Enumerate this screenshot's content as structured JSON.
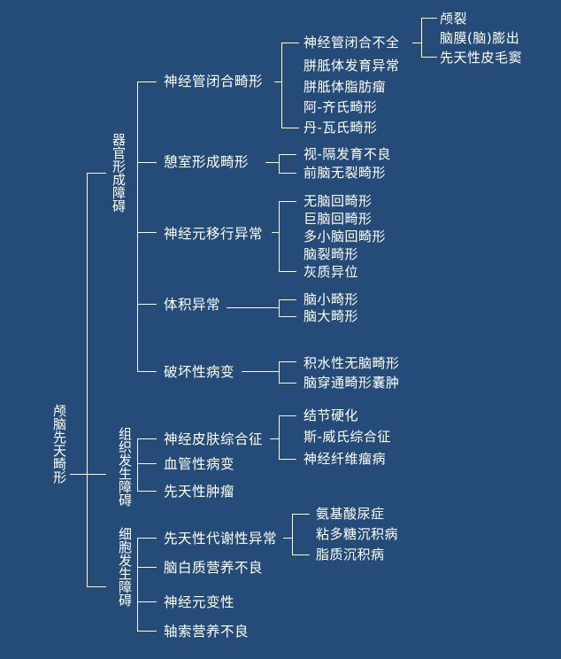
{
  "root": {
    "label": "颅脑先天畸形",
    "groups": [
      {
        "label": "器官形成障碍",
        "items": [
          {
            "label": "神经管闭合畸形",
            "children": [
              {
                "label": "神经管闭合不全",
                "children": [
                  "颅裂",
                  "脑膜(脑)膨出",
                  "先天性皮毛窦"
                ]
              },
              {
                "label": "胼胝体发育异常"
              },
              {
                "label": "胼胝体脂肪瘤"
              },
              {
                "label": "阿-齐氏畸形"
              },
              {
                "label": "丹-瓦氏畸形"
              }
            ]
          },
          {
            "label": "憩室形成畸形",
            "children": [
              {
                "label": "视-隔发育不良"
              },
              {
                "label": "前脑无裂畸形"
              }
            ]
          },
          {
            "label": "神经元移行异常",
            "children": [
              {
                "label": "无脑回畸形"
              },
              {
                "label": "巨脑回畸形"
              },
              {
                "label": "多小脑回畸形"
              },
              {
                "label": "脑裂畸形"
              },
              {
                "label": "灰质异位"
              }
            ]
          },
          {
            "label": "体积异常",
            "children": [
              {
                "label": "脑小畸形"
              },
              {
                "label": "脑大畸形"
              }
            ]
          },
          {
            "label": "破坏性病变",
            "children": [
              {
                "label": "积水性无脑畸形"
              },
              {
                "label": "脑穿通畸形囊肿"
              }
            ]
          }
        ]
      },
      {
        "label": "组织发生障碍",
        "items": [
          {
            "label": "神经皮肤综合征",
            "children": [
              {
                "label": "结节硬化"
              },
              {
                "label": "斯-威氏综合征"
              },
              {
                "label": "神经纤维瘤病"
              }
            ]
          },
          {
            "label": "血管性病变"
          },
          {
            "label": "先天性肿瘤"
          }
        ]
      },
      {
        "label": "细胞发生障碍",
        "items": [
          {
            "label": "先天性代谢性异常",
            "children": [
              {
                "label": "氨基酸尿症"
              },
              {
                "label": "粘多糖沉积病"
              },
              {
                "label": "脂质沉积病"
              }
            ]
          },
          {
            "label": "脑白质营养不良"
          },
          {
            "label": "神经元变性"
          },
          {
            "label": "轴索营养不良"
          }
        ]
      }
    ]
  },
  "colors": {
    "background": "#254c78",
    "line": "#ffffff",
    "text": "#ffffff"
  }
}
